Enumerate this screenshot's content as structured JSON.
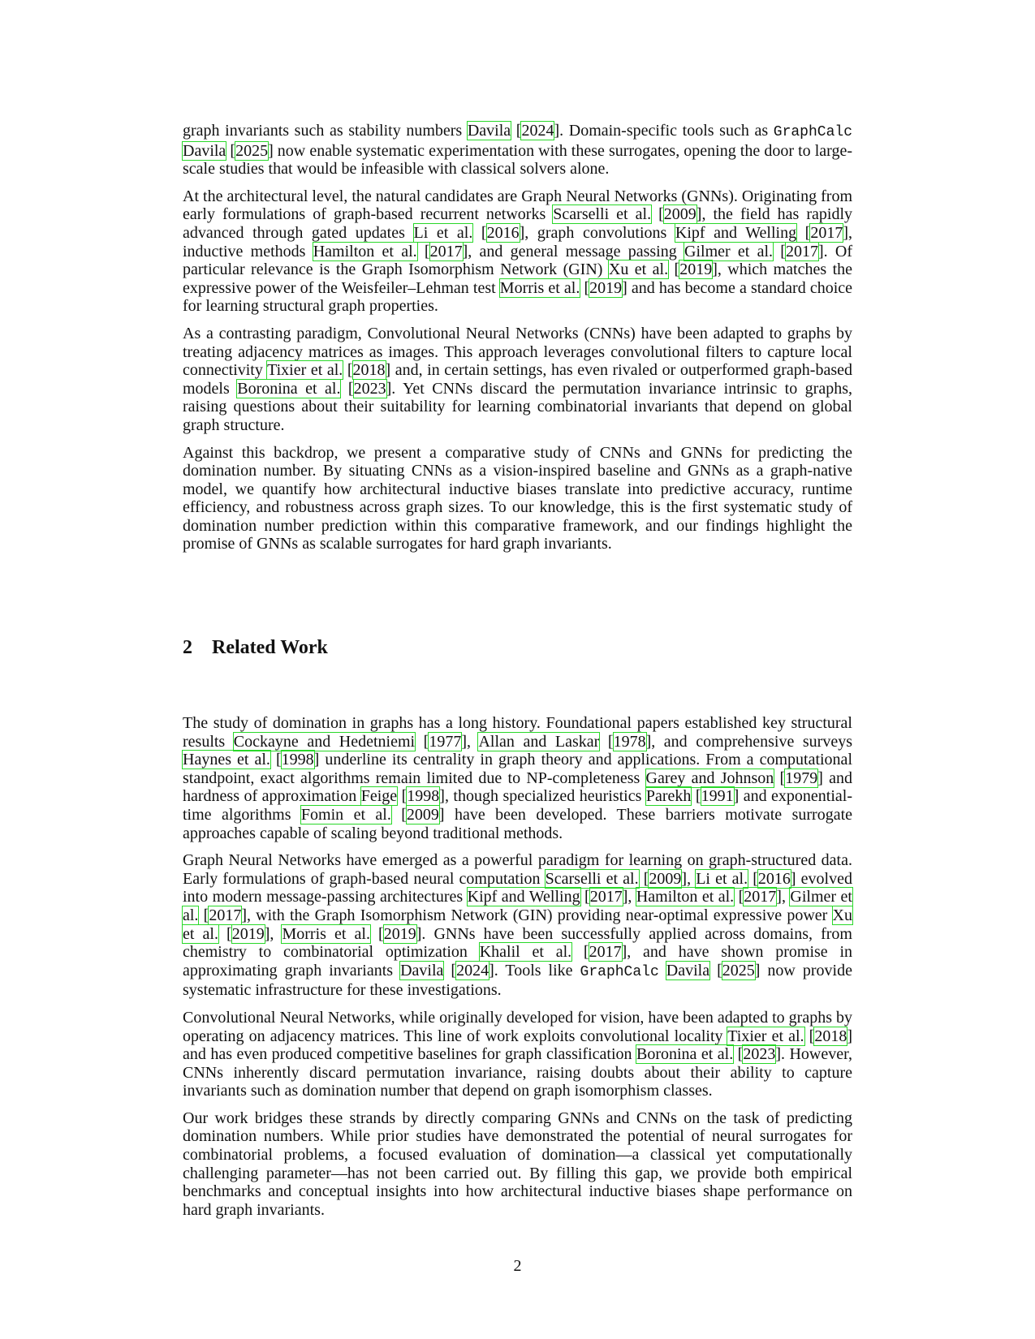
{
  "intro": {
    "p1": [
      {
        "t": "graph invariants such as stability numbers "
      },
      {
        "c": "Davila"
      },
      {
        "t": " ["
      },
      {
        "c": "2024"
      },
      {
        "t": "]. Domain-specific tools such as "
      },
      {
        "m": "GraphCalc"
      },
      {
        "t": " "
      },
      {
        "c": "Davila"
      },
      {
        "t": " ["
      },
      {
        "c": "2025"
      },
      {
        "t": "] now enable systematic experimentation with these surrogates, opening the door to large-scale studies that would be infeasible with classical solvers alone."
      }
    ],
    "p2": [
      {
        "t": "At the architectural level, the natural candidates are Graph Neural Networks (GNNs). Originating from early formulations of graph-based recurrent networks "
      },
      {
        "c": "Scarselli et al."
      },
      {
        "t": " ["
      },
      {
        "c": "2009"
      },
      {
        "t": "], the field has rapidly advanced through gated updates "
      },
      {
        "c": "Li et al."
      },
      {
        "t": " ["
      },
      {
        "c": "2016"
      },
      {
        "t": "], graph convolutions "
      },
      {
        "c": "Kipf and Welling"
      },
      {
        "t": " ["
      },
      {
        "c": "2017"
      },
      {
        "t": "], inductive methods "
      },
      {
        "c": "Hamilton et al."
      },
      {
        "t": " ["
      },
      {
        "c": "2017"
      },
      {
        "t": "], and general message passing "
      },
      {
        "c": "Gilmer et al."
      },
      {
        "t": " ["
      },
      {
        "c": "2017"
      },
      {
        "t": "]. Of particular relevance is the Graph Isomorphism Network (GIN) "
      },
      {
        "c": "Xu et al."
      },
      {
        "t": " ["
      },
      {
        "c": "2019"
      },
      {
        "t": "], which matches the expressive power of the Weisfeiler–Lehman test "
      },
      {
        "c": "Morris et al."
      },
      {
        "t": " ["
      },
      {
        "c": "2019"
      },
      {
        "t": "] and has become a standard choice for learning structural graph properties."
      }
    ],
    "p3": [
      {
        "t": "As a contrasting paradigm, Convolutional Neural Networks (CNNs) have been adapted to graphs by treating adjacency matrices as images. This approach leverages convolutional filters to capture local connectivity "
      },
      {
        "c": "Tixier et al."
      },
      {
        "t": " ["
      },
      {
        "c": "2018"
      },
      {
        "t": "] and, in certain settings, has even rivaled or outperformed graph-based models "
      },
      {
        "c": "Boronina et al."
      },
      {
        "t": " ["
      },
      {
        "c": "2023"
      },
      {
        "t": "]. Yet CNNs discard the permutation invariance intrinsic to graphs, raising questions about their suitability for learning combinatorial invariants that depend on global graph structure."
      }
    ],
    "p4": [
      {
        "t": "Against this backdrop, we present a comparative study of CNNs and GNNs for predicting the domination number. By situating CNNs as a vision-inspired baseline and GNNs as a graph-native model, we quantify how architectural inductive biases translate into predictive accuracy, runtime efficiency, and robustness across graph sizes. To our knowledge, this is the first systematic study of domination number prediction within this comparative framework, and our findings highlight the promise of GNNs as scalable surrogates for hard graph invariants."
      }
    ]
  },
  "section": {
    "number": "2",
    "title": "Related Work"
  },
  "related": {
    "p1": [
      {
        "t": "The study of domination in graphs has a long history. Foundational papers established key structural results "
      },
      {
        "c": "Cockayne and Hedetniemi"
      },
      {
        "t": " ["
      },
      {
        "c": "1977"
      },
      {
        "t": "], "
      },
      {
        "c": "Allan and Laskar"
      },
      {
        "t": " ["
      },
      {
        "c": "1978"
      },
      {
        "t": "], and comprehensive surveys "
      },
      {
        "c": "Haynes et al."
      },
      {
        "t": " ["
      },
      {
        "c": "1998"
      },
      {
        "t": "] underline its centrality in graph theory and applications. From a computational standpoint, exact algorithms remain limited due to NP-completeness "
      },
      {
        "c": "Garey and Johnson"
      },
      {
        "t": " ["
      },
      {
        "c": "1979"
      },
      {
        "t": "] and hardness of approximation "
      },
      {
        "c": "Feige"
      },
      {
        "t": " ["
      },
      {
        "c": "1998"
      },
      {
        "t": "], though specialized heuristics "
      },
      {
        "c": "Parekh"
      },
      {
        "t": " ["
      },
      {
        "c": "1991"
      },
      {
        "t": "] and exponential-time algorithms "
      },
      {
        "c": "Fomin et al."
      },
      {
        "t": " ["
      },
      {
        "c": "2009"
      },
      {
        "t": "] have been developed. These barriers motivate surrogate approaches capable of scaling beyond traditional methods."
      }
    ],
    "p2": [
      {
        "t": "Graph Neural Networks have emerged as a powerful paradigm for learning on graph-structured data. Early formulations of graph-based neural computation "
      },
      {
        "c": "Scarselli et al."
      },
      {
        "t": " ["
      },
      {
        "c": "2009"
      },
      {
        "t": "], "
      },
      {
        "c": "Li et al."
      },
      {
        "t": " ["
      },
      {
        "c": "2016"
      },
      {
        "t": "] evolved into modern message-passing architectures "
      },
      {
        "c": "Kipf and Welling"
      },
      {
        "t": " ["
      },
      {
        "c": "2017"
      },
      {
        "t": "], "
      },
      {
        "c": "Hamilton et al."
      },
      {
        "t": " ["
      },
      {
        "c": "2017"
      },
      {
        "t": "], "
      },
      {
        "c": "Gilmer et al."
      },
      {
        "t": " ["
      },
      {
        "c": "2017"
      },
      {
        "t": "], with the Graph Isomorphism Network (GIN) providing near-optimal expressive power "
      },
      {
        "c": "Xu et al."
      },
      {
        "t": " ["
      },
      {
        "c": "2019"
      },
      {
        "t": "], "
      },
      {
        "c": "Morris et al."
      },
      {
        "t": " ["
      },
      {
        "c": "2019"
      },
      {
        "t": "]. GNNs have been successfully applied across domains, from chemistry to combinatorial optimization "
      },
      {
        "c": "Khalil et al."
      },
      {
        "t": " ["
      },
      {
        "c": "2017"
      },
      {
        "t": "], and have shown promise in approximating graph invariants "
      },
      {
        "c": "Davila"
      },
      {
        "t": " ["
      },
      {
        "c": "2024"
      },
      {
        "t": "]. Tools like "
      },
      {
        "m": "GraphCalc"
      },
      {
        "t": " "
      },
      {
        "c": "Davila"
      },
      {
        "t": " ["
      },
      {
        "c": "2025"
      },
      {
        "t": "] now provide systematic infrastructure for these investigations."
      }
    ],
    "p3": [
      {
        "t": "Convolutional Neural Networks, while originally developed for vision, have been adapted to graphs by operating on adjacency matrices. This line of work exploits convolutional locality "
      },
      {
        "c": "Tixier et al."
      },
      {
        "t": " ["
      },
      {
        "c": "2018"
      },
      {
        "t": "] and has even produced competitive baselines for graph classification "
      },
      {
        "c": "Boronina et al."
      },
      {
        "t": " ["
      },
      {
        "c": "2023"
      },
      {
        "t": "]. However, CNNs inherently discard permutation invariance, raising doubts about their ability to capture invariants such as domination number that depend on graph isomorphism classes."
      }
    ],
    "p4": [
      {
        "t": "Our work bridges these strands by directly comparing GNNs and CNNs on the task of predicting domination numbers. While prior studies have demonstrated the potential of neural surrogates for combinatorial problems, a focused evaluation of domination—a classical yet computationally challenging parameter—has not been carried out. By filling this gap, we provide both empirical benchmarks and conceptual insights into how architectural inductive biases shape performance on hard graph invariants."
      }
    ]
  },
  "page_number": "2"
}
